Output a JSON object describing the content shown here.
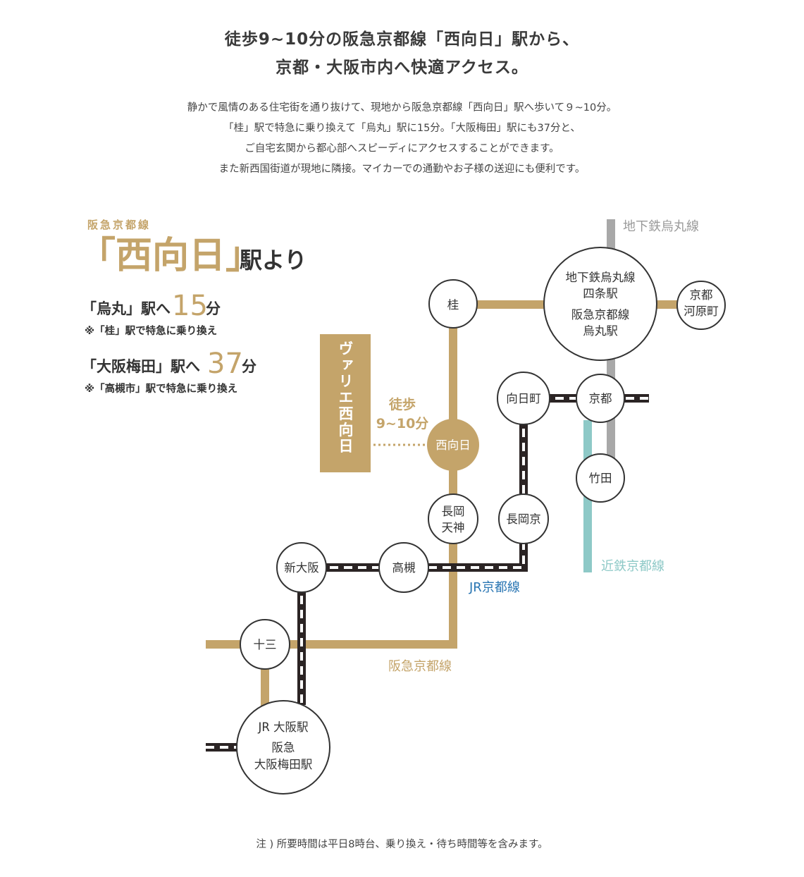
{
  "colors": {
    "hankyu": "#c4a46a",
    "subway": "#a8a8a8",
    "kintetsu": "#8ec9c7",
    "jr_label": "#2a76b3",
    "jr_track": "#2b2424",
    "text": "#333333"
  },
  "headline": {
    "line1": "徒歩9~10分の阪急京都線「西向日」駅から、",
    "line2": "京都・大阪市内へ快適アクセス。"
  },
  "intro": [
    "静かで風情のある住宅街を通り抜けて、現地から阪急京都線「西向日」駅へ歩いて９~10分。",
    "「桂」駅で特急に乗り換えて「烏丸」駅に15分。「大阪梅田」駅にも37分と、",
    "ご自宅玄関から都心部へスピーディにアクセスすることができます。",
    "また新西国街道が現地に隣接。マイカーでの通勤やお子様の送迎にも便利です。"
  ],
  "origin": {
    "line_name": "阪急京都線",
    "station": "「西向日」",
    "suffix": "駅より"
  },
  "routes": [
    {
      "dest": "「烏丸」駅へ",
      "minutes": "15",
      "unit": "分",
      "note": "※「桂」駅で特急に乗り換え"
    },
    {
      "dest": "「大阪梅田」駅へ",
      "minutes": "37",
      "unit": "分",
      "note": "※「高槻市」駅で特急に乗り換え"
    }
  ],
  "property": {
    "name": "ヴァリエ西向日",
    "walk_label": "徒歩",
    "walk_time": "9~10分"
  },
  "stations": {
    "katsura": "桂",
    "karasuma_l1": "地下鉄烏丸線",
    "karasuma_l2": "四条駅",
    "karasuma_l3": "阪急京都線",
    "karasuma_l4": "烏丸駅",
    "kawaramachi_l1": "京都",
    "kawaramachi_l2": "河原町",
    "mukomachi": "向日町",
    "kyoto": "京都",
    "nishimuko": "西向日",
    "takeda": "竹田",
    "nagaoka_l1": "長岡",
    "nagaoka_l2": "天神",
    "nagaokakyo": "長岡京",
    "shinosaka": "新大阪",
    "takatsuki": "高槻",
    "juso": "十三",
    "umeda_l1": "JR 大阪駅",
    "umeda_l2": "阪急",
    "umeda_l3": "大阪梅田駅"
  },
  "lines": {
    "subway": "地下鉄烏丸線",
    "kintetsu": "近鉄京都線",
    "jr": "JR京都線",
    "hankyu": "阪急京都線"
  },
  "footnote": "注 ) 所要時間は平日8時台、乗り換え・待ち時間等を含みます。"
}
